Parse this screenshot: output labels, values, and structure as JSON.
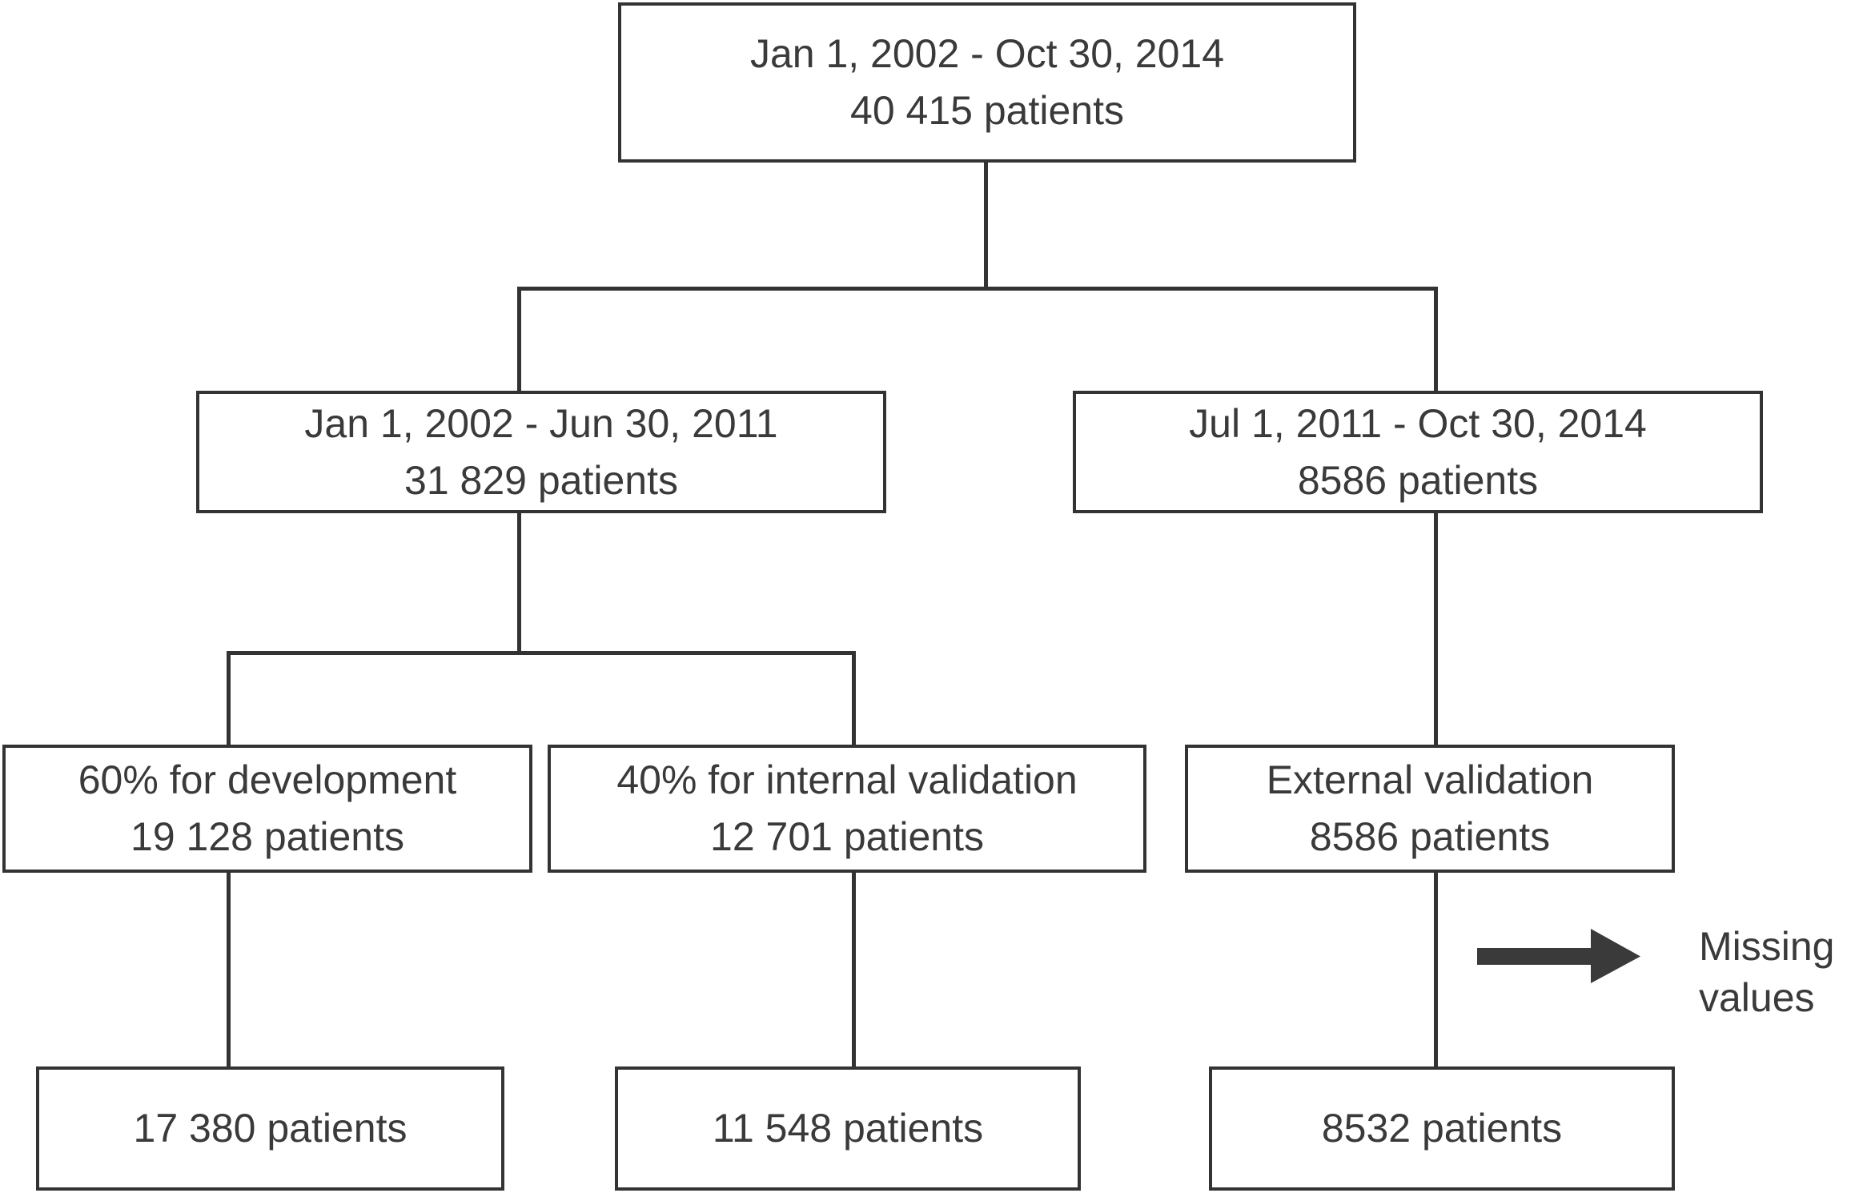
{
  "figure": {
    "type": "flowchart",
    "colors": {
      "background": "#ffffff",
      "line": "#333333",
      "text": "#3a3a3a",
      "arrow": "#3a3a3a"
    },
    "boxes": {
      "total_cohort": {
        "line1": "Jan 1, 2002 - Oct 30, 2014",
        "line2": "40 415 patients"
      },
      "development_period": {
        "line1": "Jan 1, 2002 - Jun 30, 2011",
        "line2": "31 829 patients"
      },
      "external_period": {
        "line1": "Jul 1, 2011 - Oct 30, 2014",
        "line2": "8586 patients"
      },
      "development_split": {
        "line1": "60% for development",
        "line2": "19 128 patients"
      },
      "internal_validation_split": {
        "line1": "40% for internal validation",
        "line2": "12 701 patients"
      },
      "external_validation": {
        "line1": "External validation",
        "line2": "8586 patients"
      },
      "development_final": {
        "line1": "17 380 patients"
      },
      "internal_validation_final": {
        "line1": "11 548 patients"
      },
      "external_validation_final": {
        "line1": "8532 patients"
      }
    },
    "annotation": {
      "line1": "Missing",
      "line2": "values"
    }
  }
}
